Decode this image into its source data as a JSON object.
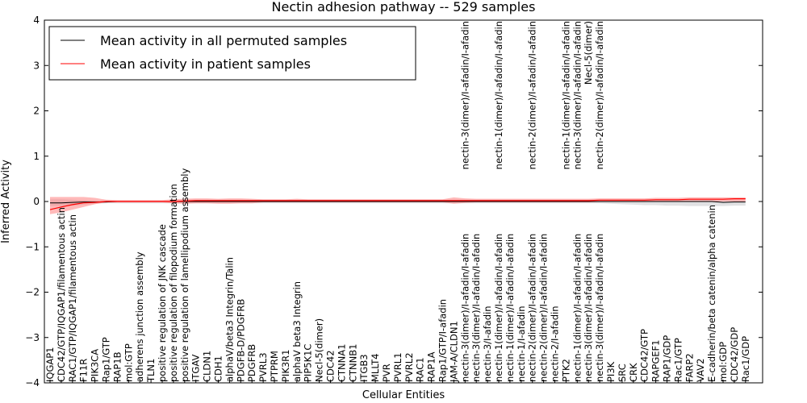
{
  "chart_data": {
    "type": "line",
    "title": "Nectin adhesion pathway -- 529 samples",
    "xlabel": "Cellular Entities",
    "ylabel": "Inferred Activity",
    "ylim": [
      -4,
      4
    ],
    "yticks": [
      "−4",
      "−3",
      "−2",
      "−1",
      "0",
      "1",
      "2",
      "3",
      "4"
    ],
    "grid": false,
    "legend_position": "top-left",
    "categories": [
      "IQGAP1",
      "CDC42/GTP/IQGAP1/filamentous actin",
      "RAC1/GTP/IQGAP1/filamentous actin",
      "F11R",
      "PIK3CA",
      "Rap1/GTP",
      "RAP1B",
      "mol:GTP",
      "adherens junction assembly",
      "TLN1",
      "positive regulation of JNK cascade",
      "positive regulation of filopodium formation",
      "positive regulation of lamellipodium assembly",
      "ITGAV",
      "CLDN1",
      "CDH1",
      "alphaV/beta3 Integrin/Talin",
      "PDGFB-D/PDGFRB",
      "PDGFRB",
      "PVRL3",
      "PTPRM",
      "PIK3R1",
      "alphaV beta3 Integrin",
      "PIP5K1C",
      "Necl-5(dimer)",
      "CDC42",
      "CTNNA1",
      "CTNNB1",
      "ITGB3",
      "MLLT4",
      "PVR",
      "PVRL1",
      "PVRL2",
      "RAC1",
      "RAP1A",
      "Rap1/GTP/I-afadin",
      "JAM-A/CLDN1",
      "nectin-3(dimer)/I-afadin/I-afadin",
      "nectin-3(dimer)/I-afadin/I-afadin",
      "nectin-3/I-afadin",
      "nectin-1(dimer)/I-afadin/I-afadin",
      "nectin-1(dimer)/I-afadin/I-afadin",
      "nectin-1/I-afadin",
      "nectin-2(dimer)/I-afadin/I-afadin",
      "nectin-2(dimer)/I-afadin/I-afadin",
      "nectin-2/I-afadin",
      "PTK2",
      "nectin-1(dimer)/I-afadin/I-afadin",
      "nectin-3(dimer)/I-afadin/I-afadin",
      "nectin-3(dimer)/I-afadin/I-afadin",
      "PI3K",
      "SRC",
      "CRK",
      "CDC42/GTP",
      "RAPGEF1",
      "RAP1/GDP",
      "Rac1/GTP",
      "FARP2",
      "VAV2",
      "E-cadherin/beta catenin/alpha catenin",
      "mol:GDP",
      "CDC42/GDP",
      "Rac1/GDP"
    ],
    "top_labels": [
      {
        "index": 37,
        "text": "nectin-3(dimer)/I-afadin/I-afadin"
      },
      {
        "index": 40,
        "text": "nectin-1(dimer)/I-afadin/I-afadin"
      },
      {
        "index": 43,
        "text": "nectin-2(dimer)/I-afadin/I-afadin"
      },
      {
        "index": 46,
        "text": "nectin-1(dimer)/I-afadin/I-afadin"
      },
      {
        "index": 47,
        "text": "nectin-3(dimer)/I-afadin/I-afadin"
      },
      {
        "index": 48,
        "text": "Necl-5(dimer)"
      },
      {
        "index": 49,
        "text": "nectin-2(dimer)/I-afadin/I-afadin"
      }
    ],
    "series": [
      {
        "name": "Mean activity in all permuted samples",
        "color": "#000000",
        "values": [
          -0.03,
          -0.03,
          -0.02,
          -0.01,
          -0.01,
          -0.01,
          0.0,
          0.0,
          0.0,
          0.0,
          0.0,
          0.0,
          0.0,
          0.0,
          0.0,
          0.0,
          0.0,
          0.0,
          0.0,
          0.0,
          0.0,
          0.0,
          0.0,
          0.0,
          0.0,
          0.0,
          0.0,
          0.0,
          0.0,
          0.0,
          0.0,
          0.0,
          0.0,
          0.0,
          0.0,
          0.0,
          0.0,
          0.0,
          0.0,
          0.0,
          0.0,
          0.0,
          0.0,
          0.0,
          0.0,
          0.0,
          0.0,
          0.0,
          0.0,
          0.0,
          0.0,
          0.0,
          0.0,
          0.0,
          0.0,
          0.0,
          0.0,
          0.0,
          0.0,
          0.0,
          -0.02,
          -0.01,
          -0.01
        ],
        "band_upper": [
          0.05,
          0.05,
          0.04,
          0.03,
          0.02,
          0.02,
          0.02,
          0.02,
          0.02,
          0.02,
          0.02,
          0.02,
          0.02,
          0.02,
          0.02,
          0.02,
          0.02,
          0.02,
          0.02,
          0.02,
          0.02,
          0.02,
          0.02,
          0.02,
          0.02,
          0.02,
          0.02,
          0.02,
          0.02,
          0.02,
          0.02,
          0.02,
          0.02,
          0.02,
          0.02,
          0.02,
          0.02,
          0.02,
          0.02,
          0.02,
          0.02,
          0.02,
          0.02,
          0.02,
          0.02,
          0.02,
          0.02,
          0.02,
          0.02,
          0.02,
          0.02,
          0.02,
          0.02,
          0.02,
          0.02,
          0.02,
          0.02,
          0.02,
          0.02,
          0.02,
          0.02,
          0.02,
          0.02
        ],
        "band_lower": [
          -0.1,
          -0.1,
          -0.09,
          -0.07,
          -0.05,
          -0.04,
          -0.04,
          -0.04,
          -0.04,
          -0.04,
          -0.04,
          -0.04,
          -0.04,
          -0.04,
          -0.04,
          -0.04,
          -0.04,
          -0.04,
          -0.04,
          -0.04,
          -0.04,
          -0.04,
          -0.04,
          -0.04,
          -0.04,
          -0.04,
          -0.04,
          -0.04,
          -0.04,
          -0.04,
          -0.04,
          -0.04,
          -0.04,
          -0.04,
          -0.04,
          -0.04,
          -0.04,
          -0.04,
          -0.04,
          -0.04,
          -0.04,
          -0.04,
          -0.04,
          -0.04,
          -0.04,
          -0.04,
          -0.04,
          -0.04,
          -0.04,
          -0.04,
          -0.05,
          -0.06,
          -0.07,
          -0.08,
          -0.08,
          -0.09,
          -0.09,
          -0.1,
          -0.1,
          -0.1,
          -0.1,
          -0.09,
          -0.09
        ],
        "band_color": "#c8c8cc"
      },
      {
        "name": "Mean activity in patient samples",
        "color": "#ff0000",
        "values": [
          -0.18,
          -0.12,
          -0.07,
          -0.03,
          -0.02,
          0.0,
          0.0,
          0.0,
          0.0,
          0.0,
          0.0,
          0.0,
          0.01,
          0.02,
          0.02,
          0.02,
          0.02,
          0.02,
          0.02,
          0.02,
          0.02,
          0.02,
          0.02,
          0.02,
          0.02,
          0.02,
          0.02,
          0.02,
          0.02,
          0.02,
          0.02,
          0.02,
          0.02,
          0.02,
          0.02,
          0.02,
          0.02,
          0.02,
          0.02,
          0.02,
          0.02,
          0.02,
          0.02,
          0.02,
          0.02,
          0.02,
          0.02,
          0.02,
          0.02,
          0.03,
          0.03,
          0.03,
          0.03,
          0.03,
          0.04,
          0.04,
          0.04,
          0.05,
          0.05,
          0.05,
          0.05,
          0.06,
          0.06
        ],
        "band_upper": [
          0.1,
          0.1,
          0.1,
          0.1,
          0.08,
          0.04,
          0.03,
          0.03,
          0.03,
          0.03,
          0.03,
          0.05,
          0.06,
          0.07,
          0.07,
          0.06,
          0.07,
          0.07,
          0.06,
          0.05,
          0.05,
          0.05,
          0.06,
          0.05,
          0.05,
          0.05,
          0.05,
          0.05,
          0.05,
          0.05,
          0.05,
          0.05,
          0.05,
          0.05,
          0.05,
          0.05,
          0.09,
          0.07,
          0.06,
          0.06,
          0.06,
          0.06,
          0.06,
          0.06,
          0.06,
          0.06,
          0.06,
          0.06,
          0.06,
          0.07,
          0.07,
          0.07,
          0.07,
          0.07,
          0.08,
          0.08,
          0.08,
          0.09,
          0.09,
          0.09,
          0.09,
          0.09,
          0.09
        ],
        "band_lower": [
          -0.28,
          -0.24,
          -0.18,
          -0.12,
          -0.06,
          -0.02,
          -0.02,
          -0.02,
          -0.02,
          -0.02,
          -0.02,
          -0.04,
          -0.05,
          -0.04,
          -0.04,
          -0.05,
          -0.05,
          -0.04,
          -0.04,
          -0.02,
          -0.02,
          -0.02,
          -0.02,
          -0.02,
          -0.02,
          -0.02,
          -0.02,
          -0.02,
          -0.02,
          -0.02,
          -0.02,
          -0.02,
          -0.02,
          -0.02,
          -0.02,
          -0.02,
          -0.05,
          -0.03,
          -0.02,
          -0.02,
          -0.02,
          -0.02,
          -0.02,
          -0.02,
          -0.02,
          -0.02,
          -0.02,
          -0.02,
          -0.02,
          -0.01,
          -0.01,
          -0.01,
          -0.01,
          -0.01,
          0.0,
          0.0,
          0.0,
          0.0,
          0.0,
          0.0,
          0.0,
          0.0,
          0.0
        ],
        "band_color": "#ff8080"
      }
    ]
  }
}
